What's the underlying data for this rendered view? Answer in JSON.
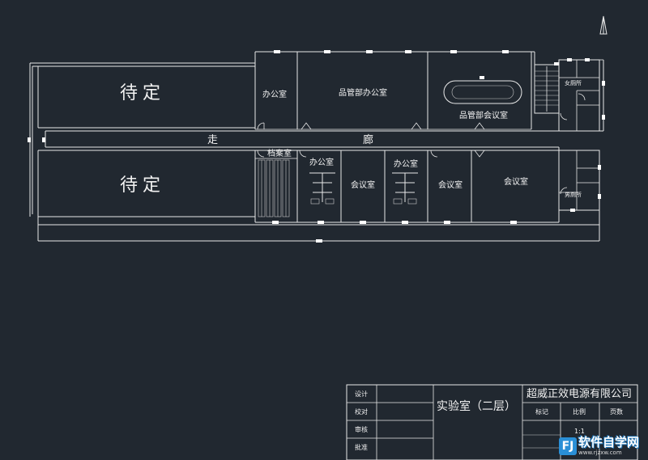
{
  "drawing": {
    "north_symbol": "north-arrow-icon",
    "line_color": "#e8e8e8",
    "background": "#212830"
  },
  "rooms": {
    "tbd_upper": "待定",
    "tbd_lower": "待定",
    "office_1": "办公室",
    "qa_office": "品管部办公室",
    "qa_meeting": "品管部会议室",
    "archive": "档案室",
    "office_2": "办公室",
    "meeting_1": "会议室",
    "office_3": "办公室",
    "meeting_2": "会议室",
    "meeting_3": "会议室",
    "corridor_a": "走",
    "corridor_b": "廊",
    "restroom_upper": "女厕所",
    "restroom_lower": "男厕所"
  },
  "title_block": {
    "company": "超威正效电源有限公司",
    "drawing_title": "实验室（二层）",
    "rows": [
      "设计",
      "校对",
      "审核",
      "批准"
    ],
    "mark_label": "标记",
    "scale_label": "比例",
    "page_label": "页数",
    "scale_value": "1:1"
  },
  "watermark": {
    "badge": "FJ",
    "main": "软件自学网",
    "sub": "www.rjzxw.com"
  }
}
